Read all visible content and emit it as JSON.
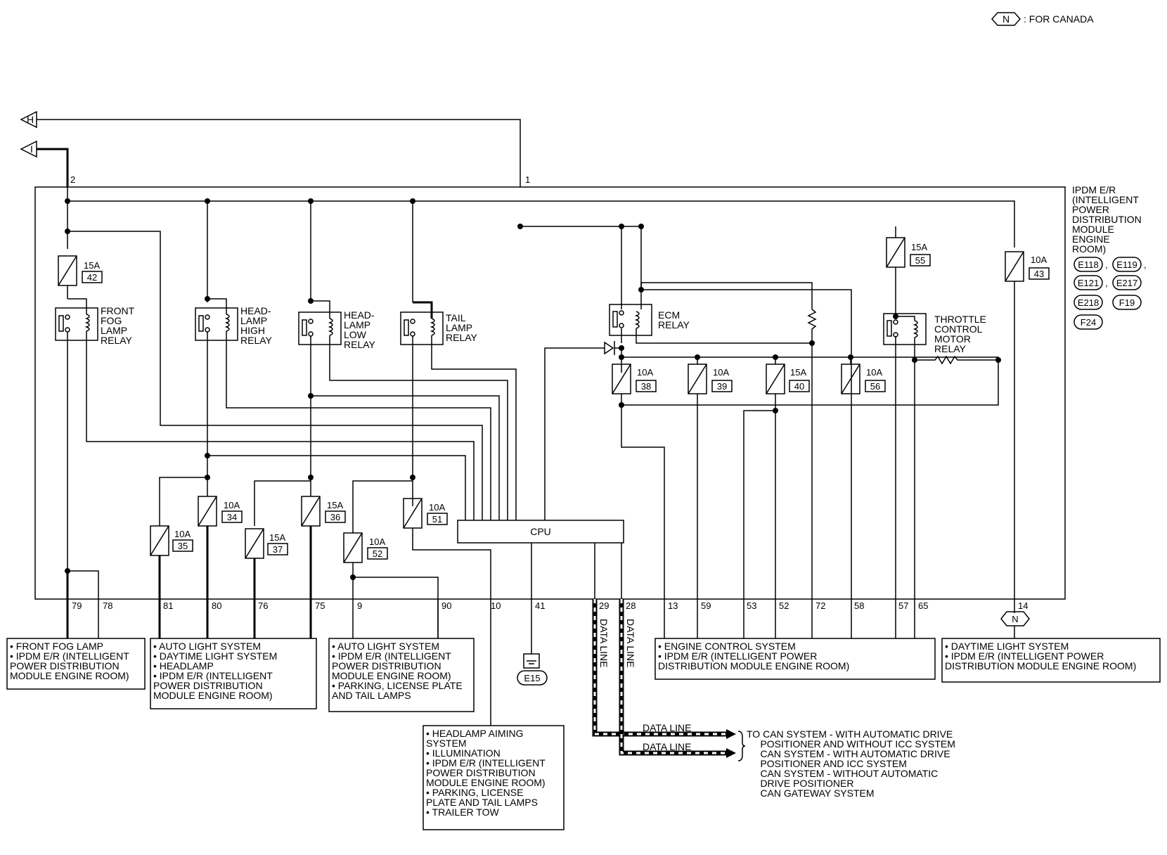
{
  "legend": {
    "badge": "N",
    "text": ": FOR CANADA"
  },
  "connectors": {
    "h": "H",
    "i": "I"
  },
  "ipdm": {
    "title_lines": [
      "IPDM E/R",
      "(INTELLIGENT",
      "POWER",
      "DISTRIBUTION",
      "MODULE",
      "ENGINE",
      "ROOM)"
    ],
    "connector_ids": [
      "E118",
      "E119",
      "E121",
      "E217",
      "E218",
      "F19",
      "F24"
    ],
    "separators": [
      ",",
      ",",
      ","
    ]
  },
  "relays": {
    "front_fog": [
      "FRONT",
      "FOG",
      "LAMP",
      "RELAY"
    ],
    "high": [
      "HEAD-",
      "LAMP",
      "HIGH",
      "RELAY"
    ],
    "low": [
      "HEAD-",
      "LAMP",
      "LOW",
      "RELAY"
    ],
    "tail": [
      "TAIL",
      "LAMP",
      "RELAY"
    ],
    "ecm": [
      "ECM",
      "RELAY"
    ],
    "throttle": [
      "THROTTLE",
      "CONTROL",
      "MOTOR",
      "RELAY"
    ]
  },
  "cpu": "CPU",
  "fuses": [
    {
      "amp": "15A",
      "num": "42"
    },
    {
      "amp": "10A",
      "num": "34"
    },
    {
      "amp": "10A",
      "num": "35"
    },
    {
      "amp": "15A",
      "num": "37"
    },
    {
      "amp": "15A",
      "num": "36"
    },
    {
      "amp": "10A",
      "num": "52"
    },
    {
      "amp": "10A",
      "num": "51"
    },
    {
      "amp": "10A",
      "num": "38"
    },
    {
      "amp": "10A",
      "num": "39"
    },
    {
      "amp": "15A",
      "num": "40"
    },
    {
      "amp": "10A",
      "num": "56"
    },
    {
      "amp": "15A",
      "num": "55"
    },
    {
      "amp": "10A",
      "num": "43"
    }
  ],
  "top_pins": {
    "i": "2",
    "h": "1"
  },
  "bottom_pins": [
    "79",
    "78",
    "81",
    "80",
    "76",
    "75",
    "9",
    "90",
    "10",
    "41",
    "29",
    "28",
    "13",
    "59",
    "53",
    "52",
    "72",
    "58",
    "57",
    "65",
    "14"
  ],
  "ground": "E15",
  "data_line": "DATA LINE",
  "boxes": {
    "fog": [
      "• FRONT FOG LAMP",
      "• IPDM E/R (INTELLIGENT",
      "   POWER DISTRIBUTION",
      "   MODULE ENGINE ROOM)"
    ],
    "auto1": [
      "• AUTO LIGHT SYSTEM",
      "• DAYTIME LIGHT SYSTEM",
      "• HEADLAMP",
      "• IPDM E/R (INTELLIGENT",
      "   POWER DISTRIBUTION",
      "   MODULE ENGINE ROOM)"
    ],
    "auto2": [
      "• AUTO LIGHT SYSTEM",
      "• IPDM E/R (INTELLIGENT",
      "   POWER DISTRIBUTION",
      "   MODULE ENGINE ROOM)",
      "• PARKING, LICENSE PLATE",
      "   AND TAIL LAMPS"
    ],
    "aiming": [
      "• HEADLAMP AIMING",
      "   SYSTEM",
      "• ILLUMINATION",
      "• IPDM E/R (INTELLIGENT",
      "   POWER DISTRIBUTION",
      "   MODULE ENGINE ROOM)",
      "• PARKING, LICENSE",
      "   PLATE AND TAIL LAMPS",
      "• TRAILER TOW"
    ],
    "engine": [
      "• ENGINE CONTROL SYSTEM",
      "• IPDM E/R (INTELLIGENT POWER",
      "   DISTRIBUTION MODULE ENGINE ROOM)"
    ],
    "daytime": [
      "• DAYTIME LIGHT SYSTEM",
      "• IPDM E/R (INTELLIGENT POWER",
      "   DISTRIBUTION MODULE ENGINE ROOM)"
    ]
  },
  "can": [
    "TO CAN SYSTEM - WITH AUTOMATIC DRIVE",
    "     POSITIONER AND WITHOUT ICC SYSTEM",
    "     CAN SYSTEM - WITH AUTOMATIC DRIVE",
    "     POSITIONER AND ICC SYSTEM",
    "     CAN SYSTEM - WITHOUT AUTOMATIC",
    "     DRIVE POSITIONER",
    "     CAN GATEWAY SYSTEM"
  ]
}
